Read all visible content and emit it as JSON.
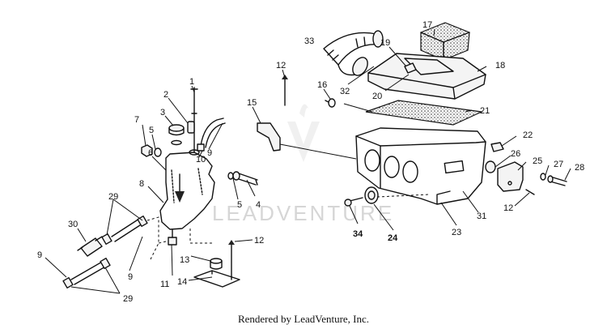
{
  "credit": "Rendered by LeadVenture, Inc.",
  "watermark": "LEADVENTURE",
  "callouts": {
    "c1": "1",
    "c2": "2",
    "c3": "3",
    "c4": "4",
    "c5a": "5",
    "c5b": "5",
    "c6": "6",
    "c7": "7",
    "c8": "8",
    "c9a": "9",
    "c9b": "9",
    "c9c": "9",
    "c10": "10",
    "c11": "11",
    "c12a": "12",
    "c12b": "12",
    "c12c": "12",
    "c13": "13",
    "c14": "14",
    "c15": "15",
    "c16": "16",
    "c17": "17",
    "c18": "18",
    "c19": "19",
    "c20": "20",
    "c21": "21",
    "c22": "22",
    "c23": "23",
    "c24": "24",
    "c25": "25",
    "c26": "26",
    "c27": "27",
    "c28": "28",
    "c29a": "29",
    "c29b": "29",
    "c30": "30",
    "c31": "31",
    "c32": "32",
    "c33": "33",
    "c34": "34"
  }
}
